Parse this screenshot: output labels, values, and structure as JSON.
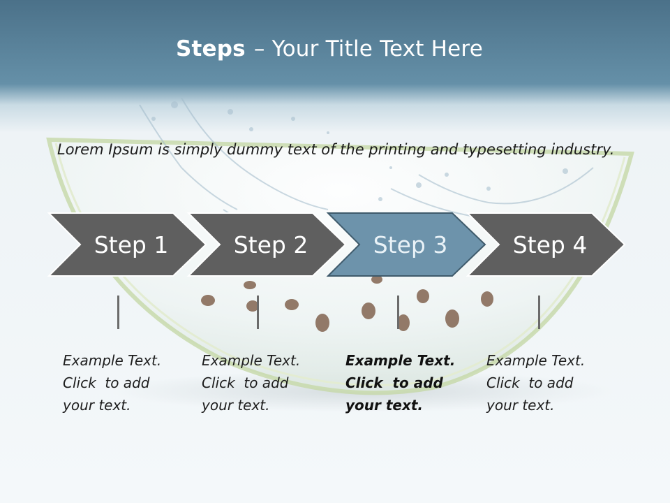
{
  "title": {
    "bold": "Steps",
    "rest": "– Your Title Text Here"
  },
  "intro": "Lorem Ipsum is simply dummy text of the printing and typesetting industry.",
  "steps": [
    {
      "label": "Step 1",
      "lines": [
        "Example Text.",
        "Click  to add",
        "your text."
      ],
      "active": false
    },
    {
      "label": "Step 2",
      "lines": [
        "Example Text.",
        "Click  to add",
        "your text."
      ],
      "active": false
    },
    {
      "label": "Step 3",
      "lines": [
        "Example Text.",
        "Click  to add",
        "your text."
      ],
      "active": true
    },
    {
      "label": "Step 4",
      "lines": [
        "Example Text.",
        "Click  to add",
        "your text."
      ],
      "active": false
    }
  ],
  "colors": {
    "chevron": "#5f5f5f",
    "chevron_active": "#6d93ab",
    "header": "#5a8299"
  }
}
